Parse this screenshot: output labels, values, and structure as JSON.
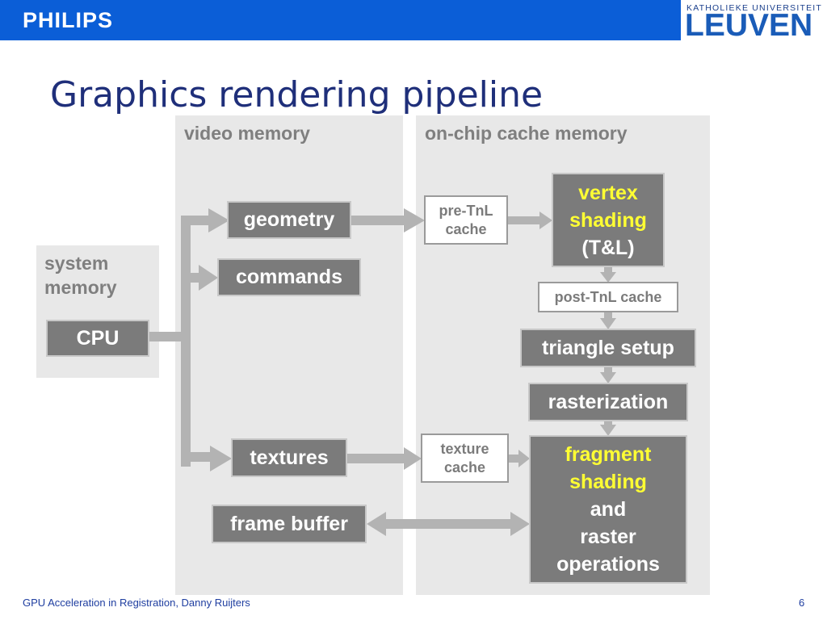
{
  "header": {
    "brand_left": "PHILIPS",
    "brand_right_top": "KATHOLIEKE UNIVERSITEIT",
    "brand_right_main": "LEUVEN"
  },
  "title": "Graphics rendering pipeline",
  "regions": {
    "video_memory": "video memory",
    "on_chip_cache": "on-chip cache memory",
    "system_memory_line1": "system",
    "system_memory_line2": "memory"
  },
  "boxes": {
    "cpu": "CPU",
    "geometry": "geometry",
    "commands": "commands",
    "textures": "textures",
    "frame_buffer": "frame buffer",
    "pre_tnl_line1": "pre-TnL",
    "pre_tnl_line2": "cache",
    "texture_cache_line1": "texture",
    "texture_cache_line2": "cache",
    "vertex_line1": "vertex",
    "vertex_line2": "shading",
    "vertex_line3": "(T&L)",
    "post_tnl": "post-TnL cache",
    "triangle_setup": "triangle setup",
    "rasterization": "rasterization",
    "fragment_line1": "fragment",
    "fragment_line2": "shading",
    "fragment_line3": "and",
    "fragment_line4": "raster",
    "fragment_line5": "operations"
  },
  "footer": {
    "left": "GPU Acceleration in Registration, Danny Ruijters",
    "page": "6"
  },
  "colors": {
    "header_blue": "#0b5ed7",
    "title_blue": "#1f2f7a",
    "box_gray": "#7b7b7b",
    "region_gray": "#e8e8e8",
    "highlight_yellow": "#ffff33"
  }
}
